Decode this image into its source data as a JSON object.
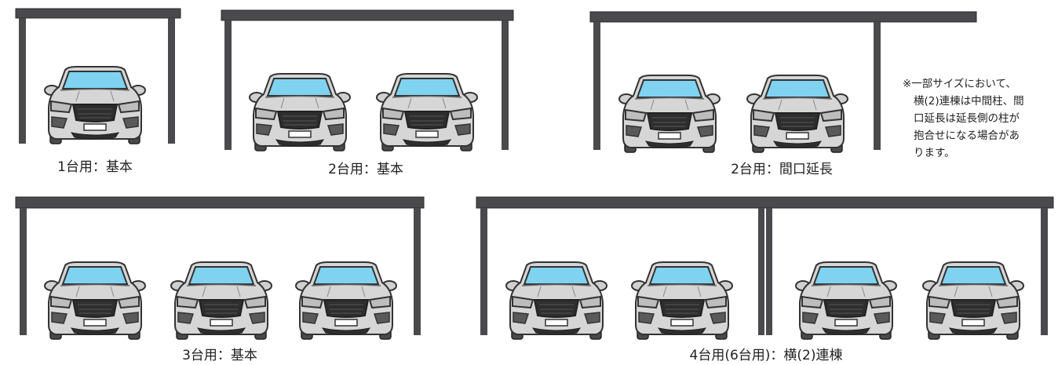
{
  "captions": {
    "c1": "1台用：基本",
    "c2": "2台用：基本",
    "c3": "2台用：間口延長",
    "c4": "3台用：基本",
    "c5": "4台用(6台用)：横(2)連棟"
  },
  "note": {
    "line1": "※一部サイズにおいて、",
    "line2": "横(2)連棟は中間柱、間",
    "line3": "口延長は延長側の柱が",
    "line4": "抱合せになる場合があ",
    "line5": "ります。"
  },
  "colors": {
    "frame": "#4a4a4c",
    "car_body": "#d6d6d6",
    "windshield": "#7fd3f0",
    "dark": "#333333"
  }
}
